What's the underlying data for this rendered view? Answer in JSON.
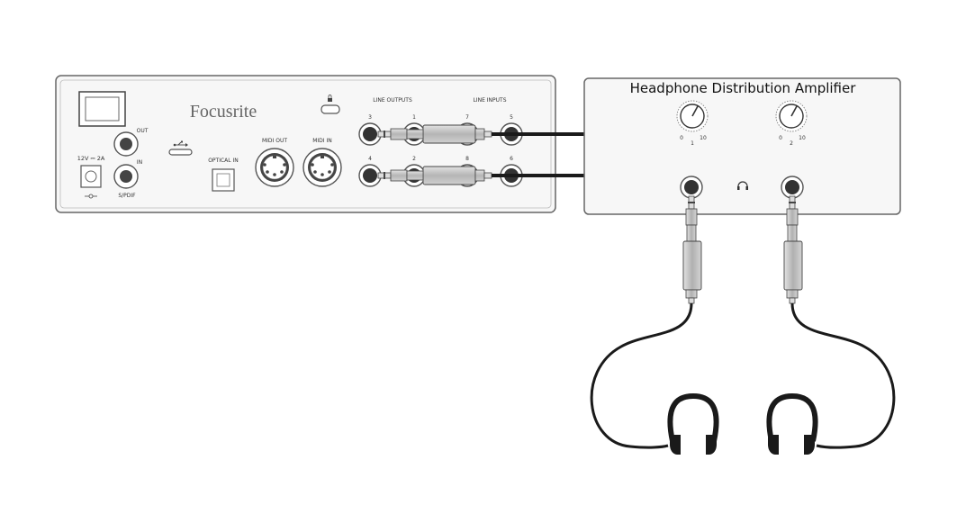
{
  "interface": {
    "brand": "Focusrite",
    "spdif_out": "OUT",
    "spdif_in": "IN",
    "spdif": "S/PDIF",
    "power": "12V ⎓ 2A",
    "optical_in": "OPTICAL IN",
    "midi_out": "MIDI OUT",
    "midi_in": "MIDI IN",
    "line_outputs": "LINE OUTPUTS",
    "line_inputs": "LINE INPUTS",
    "ch3": "3",
    "ch1": "1",
    "ch7": "7",
    "ch5": "5",
    "ch4": "4",
    "ch2": "2",
    "ch8": "8",
    "ch6": "6"
  },
  "amplifier": {
    "title": "Headphone Distribution Amplifier",
    "knob1": {
      "min": "0",
      "max": "10",
      "id": "1"
    },
    "knob2": {
      "min": "0",
      "max": "10",
      "id": "2"
    }
  },
  "colors": {
    "outline": "#555555",
    "panel": "#f7f7f7",
    "cable": "#1a1a1a",
    "plug": "#c8c8c8"
  }
}
